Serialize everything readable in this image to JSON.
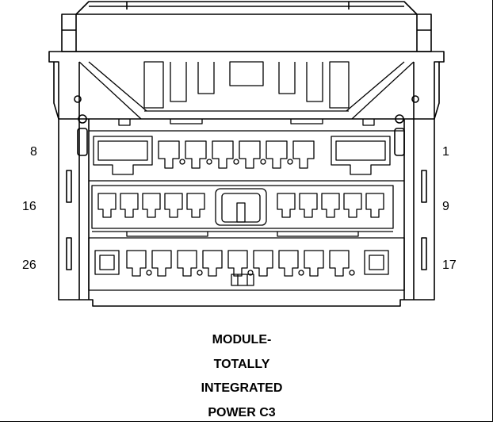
{
  "pin_labels": {
    "top_left": "8",
    "top_right": "1",
    "middle_left": "16",
    "middle_right": "9",
    "bottom_left": "26",
    "bottom_right": "17"
  },
  "caption": {
    "line1": "MODULE-",
    "line2": "TOTALLY",
    "line3": "INTEGRATED",
    "line4": "POWER C3"
  }
}
